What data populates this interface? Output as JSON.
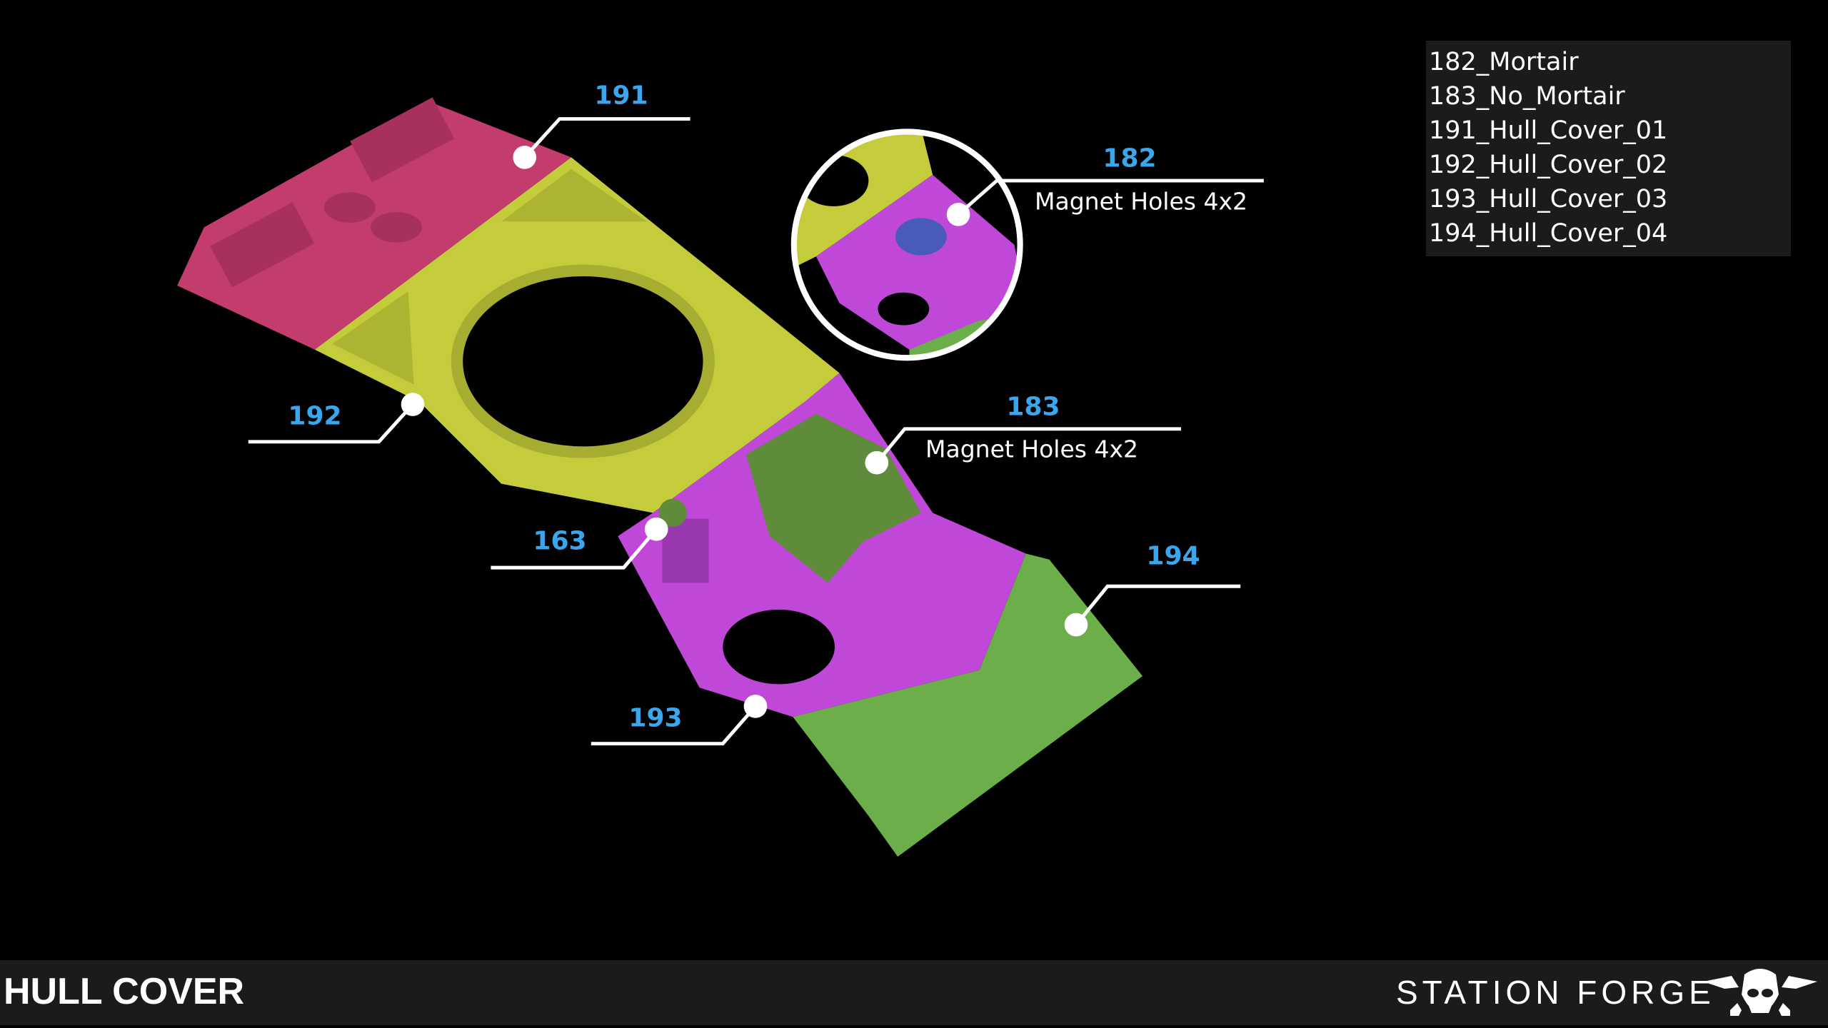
{
  "legend": {
    "items": [
      "182_Mortair",
      "183_No_Mortair",
      "191_Hull_Cover_01",
      "192_Hull_Cover_02",
      "193_Hull_Cover_03",
      "194_Hull_Cover_04"
    ]
  },
  "callouts": {
    "c191": {
      "number": "191"
    },
    "c192": {
      "number": "192"
    },
    "c182": {
      "number": "182",
      "note": "Magnet Holes 4x2"
    },
    "c183": {
      "number": "183",
      "note": "Magnet Holes 4x2"
    },
    "c163": {
      "number": "163"
    },
    "c194": {
      "number": "194"
    },
    "c193": {
      "number": "193"
    }
  },
  "footer": {
    "title": "HULL COVER",
    "brand": "STATION FORGE",
    "logo": "winged skull"
  },
  "colors": {
    "label_blue": "#3aa6ee",
    "part_191": "#c23c6e",
    "part_192": "#c5cc3c",
    "part_193": "#c048d8",
    "part_194": "#6cae4a",
    "part_183": "#5e8c3a",
    "part_182": "#4a5ab8"
  }
}
